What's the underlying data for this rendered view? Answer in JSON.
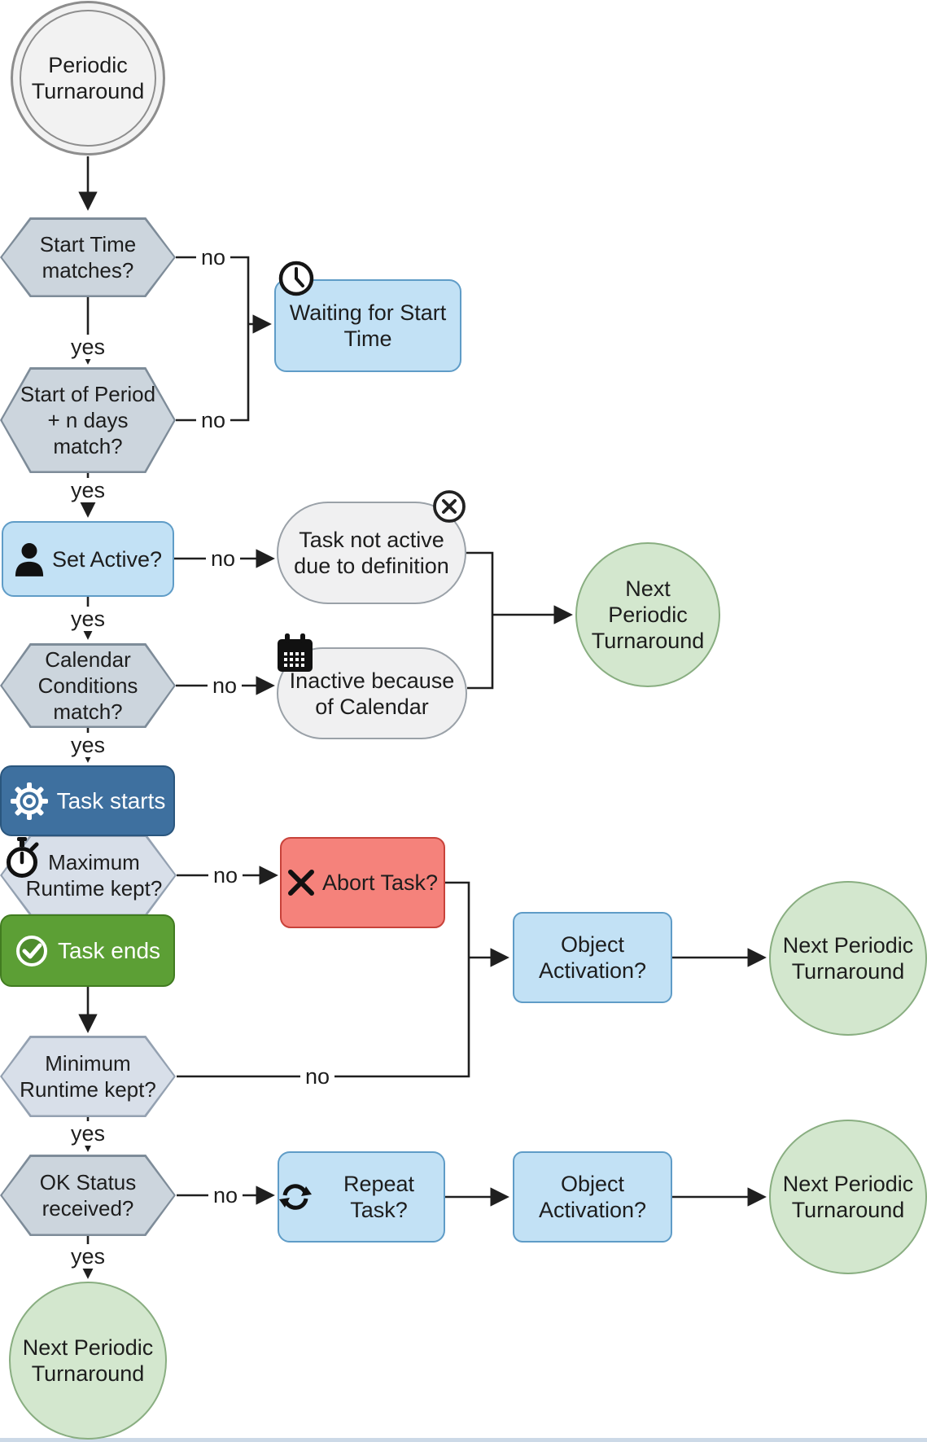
{
  "diagram": {
    "title": "Periodic Turnaround flowchart",
    "labels": {
      "yes": "yes",
      "no": "no"
    },
    "nodes": {
      "start": {
        "lines": [
          "Periodic",
          "Turnaround"
        ]
      },
      "hex_start_time": {
        "lines": [
          "Start Time",
          "matches?"
        ]
      },
      "hex_start_period": {
        "lines": [
          "Start of Period",
          "+ n days",
          "match?"
        ]
      },
      "waiting": {
        "lines": [
          "Waiting for Start",
          "Time"
        ],
        "icon": "clock-icon"
      },
      "set_active": {
        "label": "Set Active?",
        "icon": "person-icon"
      },
      "task_not_active": {
        "lines": [
          "Task not active",
          "due to definition"
        ],
        "icon": "cancel-icon"
      },
      "hex_calendar": {
        "lines": [
          "Calendar",
          "Conditions",
          "match?"
        ]
      },
      "inactive_calendar": {
        "lines": [
          "Inactive because",
          "of Calendar"
        ],
        "icon": "calendar-icon"
      },
      "next_turnaround_1": {
        "lines": [
          "Next",
          "Periodic",
          "Turnaround"
        ]
      },
      "task_starts": {
        "label": "Task starts",
        "icon": "gear-icon"
      },
      "hex_max_runtime": {
        "lines": [
          "Maximum",
          "Runtime kept?"
        ],
        "icon": "stopwatch-icon"
      },
      "abort_task": {
        "label": "Abort Task?",
        "icon": "x-icon"
      },
      "task_ends": {
        "label": "Task ends",
        "icon": "check-icon"
      },
      "hex_min_runtime": {
        "lines": [
          "Minimum",
          "Runtime kept?"
        ]
      },
      "object_activation_1": {
        "lines": [
          "Object",
          "Activation?"
        ]
      },
      "next_turnaround_2": {
        "lines": [
          "Next Periodic",
          "Turnaround"
        ]
      },
      "hex_ok_status": {
        "lines": [
          "OK Status",
          "received?"
        ]
      },
      "repeat_task": {
        "label": "Repeat Task?",
        "icon": "repeat-icon"
      },
      "object_activation_2": {
        "lines": [
          "Object",
          "Activation?"
        ]
      },
      "next_turnaround_3": {
        "lines": [
          "Next Periodic",
          "Turnaround"
        ]
      },
      "next_turnaround_bottom": {
        "lines": [
          "Next Periodic",
          "Turnaround"
        ]
      }
    },
    "colors": {
      "line": "#1f1f1f",
      "text": "#1d1d1d",
      "hex-fill": "#ccd5dd",
      "hex-border": "#7e8c99",
      "hex-light-fill": "#d8dfe9",
      "hex-light-border": "#94a1b1",
      "blue-fill": "#c2e1f5",
      "blue-border": "#5f9cc7",
      "darkblue-fill": "#3e709f",
      "darkblue-border": "#2a567e",
      "green-fill": "#5c9f35",
      "green-border": "#417c20",
      "red-fill": "#f5827b",
      "red-border": "#c8423a",
      "stadium-fill": "#f0f0f1",
      "stadium-border": "#9aa1a8",
      "circle-green-fill": "#d3e7ce",
      "circle-green-border": "#89ae81",
      "start-fill": "#f2f2f2",
      "start-border": "#8e8e8e",
      "strip": "#ccd9e7"
    }
  }
}
